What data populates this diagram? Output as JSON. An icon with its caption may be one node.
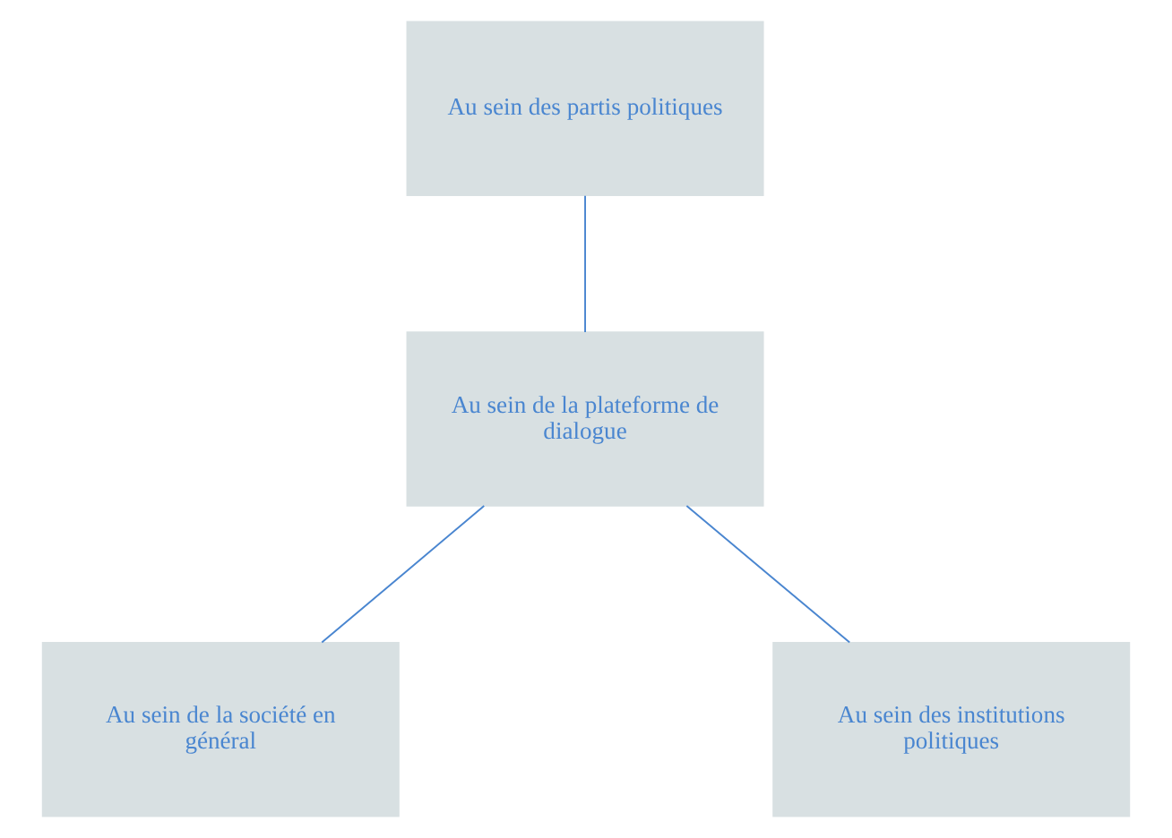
{
  "diagram": {
    "nodes": [
      {
        "text": [
          "Au sein des partis politiques"
        ]
      },
      {
        "text": [
          "Au sein de la plateforme de dialogue"
        ]
      },
      {
        "text": [
          "Au sein de la société en général"
        ]
      },
      {
        "text": [
          "Au sein des institutions politiques"
        ]
      }
    ],
    "edges": [
      {
        "from": 0,
        "to": 1,
        "arrow": "none"
      },
      {
        "from": 1,
        "to": 2,
        "arrow": "none"
      },
      {
        "from": 1,
        "to": 3,
        "arrow": "none"
      }
    ]
  }
}
